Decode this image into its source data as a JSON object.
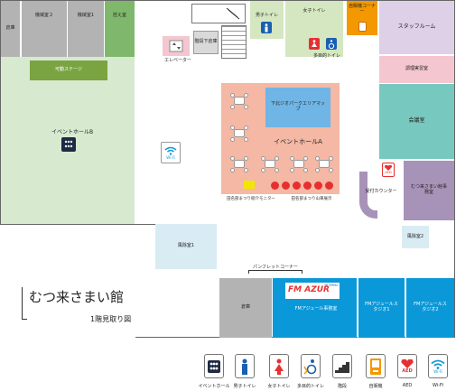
{
  "title": "むつ来さまい館",
  "subtitle": "1階見取り図",
  "rooms": {
    "storage_top": "倉庫",
    "machine2": "機械室２",
    "machine1": "機械室1",
    "waiting": "控え室",
    "elevator": "エレベーター",
    "underground_storage": "階段下倉庫",
    "mens_toilet": "男子トイレ",
    "womens_toilet": "女子トイレ",
    "multi_toilet": "多目的トイレ",
    "vending": "自販機コーナー",
    "staff_room": "スタッフルーム",
    "cooking": "調理実習室",
    "meeting": "会議室",
    "office": "むつ来さまい館事務室",
    "stage": "可動ステージ",
    "hall_b": "イベントホールB",
    "hall_a": "イベントホールA",
    "shimokita_map": "下北ジオパークエリアマップ",
    "monitor_label": "田名部まつり紹介モニター",
    "exhibit_label": "田名部まつり山車展示",
    "reception": "受付カウンター",
    "windbreak1": "風除室1",
    "windbreak2": "風除室2",
    "pamphlet": "パンフレットコーナー",
    "storage_bottom": "倉庫",
    "fm_office": "FMアジュール事務室",
    "fm_studio1": "FMアジュールスタジオ1",
    "fm_studio2": "FMアジュールスタジオ2",
    "fm_logo": "FM AZUR",
    "fm_logo_freq": "76.5MHz",
    "aed_small": "AED",
    "wifi_small": "Wi-Fi"
  },
  "legend": [
    {
      "icon": "event-hall-icon",
      "label": "イベントホール"
    },
    {
      "icon": "mens-toilet-icon",
      "label": "男子トイレ"
    },
    {
      "icon": "womens-toilet-icon",
      "label": "女子トイレ"
    },
    {
      "icon": "multipurpose-toilet-icon",
      "label": "多目的トイレ"
    },
    {
      "icon": "stairs-icon",
      "label": "階段"
    },
    {
      "icon": "vending-machine-icon",
      "label": "自販機"
    },
    {
      "icon": "aed-icon",
      "label": "AED"
    },
    {
      "icon": "wifi-icon",
      "label": "Wi-Fi"
    }
  ],
  "colors": {
    "hall_b": "#d7ead0",
    "stage": "#7aa441",
    "hall_a": "#f4b8a4",
    "map_panel": "#6fb5e5",
    "blue": "#0b98d8",
    "teal": "#77c8bf",
    "lavender": "#ddd0e7",
    "pink": "#f4c6cf",
    "purple": "#a893b8",
    "gray": "#b3b3b3",
    "green": "#7fb86c",
    "light_green": "#d4e7c1",
    "light_blue": "#d9ecf4",
    "orange": "#f39800",
    "red": "#e63030"
  }
}
